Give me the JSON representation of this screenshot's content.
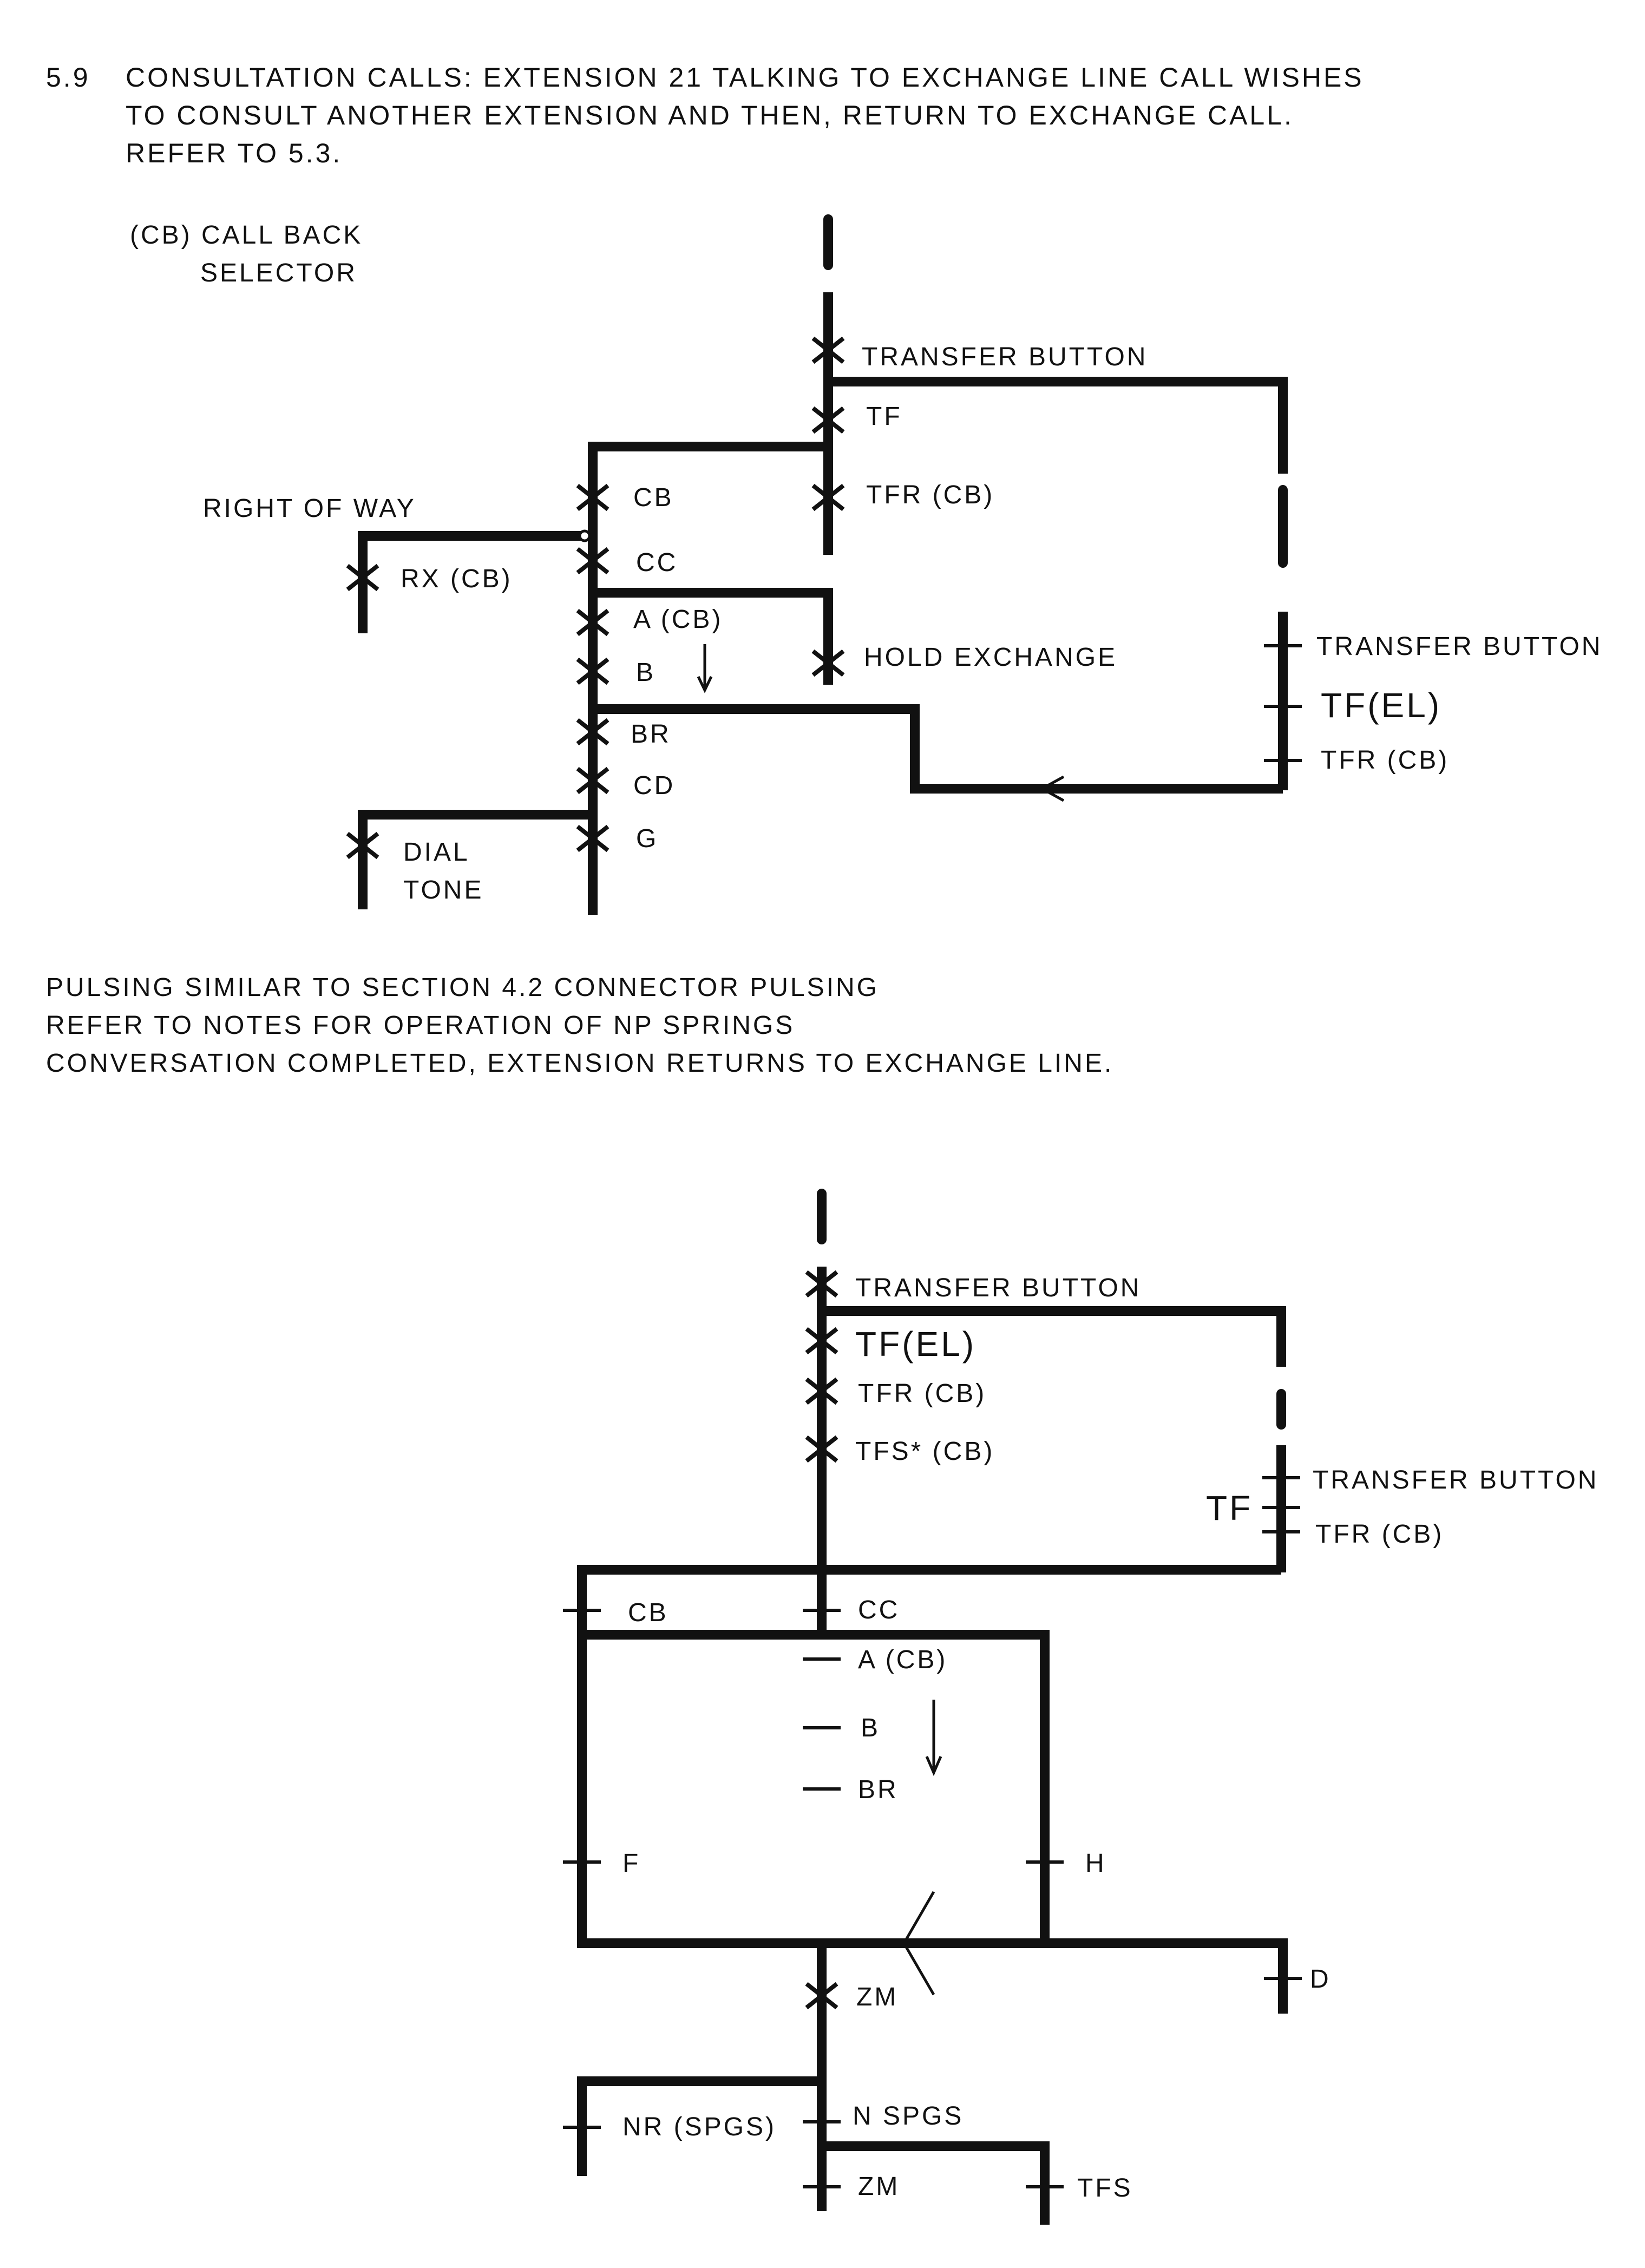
{
  "header": {
    "section_number": "5.9",
    "line1": "CONSULTATION CALLS: EXTENSION 21 TALKING TO EXCHANGE LINE CALL WISHES",
    "line2": "TO CONSULT ANOTHER EXTENSION AND THEN, RETURN TO EXCHANGE CALL.",
    "line3": "REFER TO 5.3."
  },
  "diagram1": {
    "cb_title": "(CB) CALL BACK",
    "cb_title2": "SELECTOR",
    "transfer_button": "TRANSFER BUTTON",
    "tf": "TF",
    "tfr_cb": "TFR (CB)",
    "right_of_way": "RIGHT OF WAY",
    "cb": "CB",
    "rx_cb": "RX (CB)",
    "cc": "CC",
    "a_cb": "A (CB)",
    "hold_exchange": "HOLD EXCHANGE",
    "b": "B",
    "br": "BR",
    "cd": "CD",
    "g": "G",
    "dial": "DIAL",
    "tone": "TONE",
    "transfer_button_right": "TRANSFER BUTTON",
    "tf_el_right": "TF(EL)",
    "tfr_cb_right": "TFR (CB)"
  },
  "notes": {
    "line1": "PULSING SIMILAR TO SECTION 4.2  CONNECTOR PULSING",
    "line2": "REFER TO NOTES FOR OPERATION OF NP SPRINGS",
    "line3": "CONVERSATION COMPLETED, EXTENSION RETURNS TO EXCHANGE LINE."
  },
  "diagram2": {
    "transfer_button": "TRANSFER BUTTON",
    "tf_el": "TF(EL)",
    "tfr_cb": "TFR (CB)",
    "tfs_cb": "TFS* (CB)",
    "transfer_button_right": "TRANSFER BUTTON",
    "tf_right": "TF",
    "tfr_cb_right": "TFR (CB)",
    "cb": "CB",
    "cc": "CC",
    "a_cb": "A (CB)",
    "b": "B",
    "br": "BR",
    "f": "F",
    "h": "H",
    "d": "D",
    "zm_top": "ZM",
    "nr_spgs": "NR (SPGS)",
    "n_spgs": "N SPGS",
    "zm_bottom": "ZM",
    "tfs": "TFS"
  }
}
